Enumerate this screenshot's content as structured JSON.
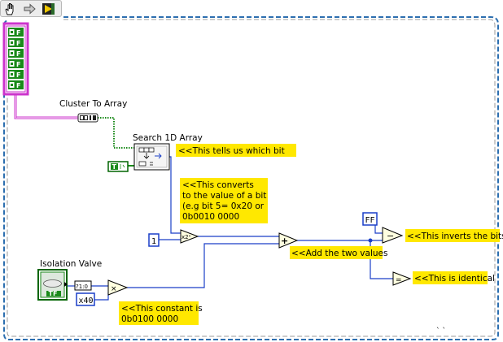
{
  "toolbar": {
    "tools": [
      {
        "icon": "hand-icon"
      },
      {
        "icon": "arrow-right-icon"
      },
      {
        "icon": "run-icon"
      }
    ]
  },
  "colors": {
    "boolean_green": "#006400",
    "cluster_pink": "#cc33cc",
    "numeric_blue": "#0000c8",
    "comment_yellow": "#ffe800",
    "frame_blue": "#2d6fb0"
  },
  "boolean_array": {
    "element_label": "F",
    "count": 6
  },
  "nodes": {
    "cluster_to_array": {
      "label": "Cluster To Array"
    },
    "search_1d_array": {
      "label": "Search 1D Array"
    },
    "true_constant": {
      "text": "T"
    },
    "power_of_two": {
      "text": "x2ⁿ"
    },
    "one_constant": {
      "text": "1"
    },
    "add_node": {
      "text": "+"
    },
    "ff_constant": {
      "text": "FF"
    },
    "subtract_node": {
      "text": "−"
    },
    "isolation_valve": {
      "label": "Isolation Valve",
      "tag": "TF"
    },
    "bool_to_num": {
      "text": "?1:0"
    },
    "multiply_node": {
      "text": "×"
    },
    "x40_constant": {
      "text": "x40"
    },
    "equal_node": {
      "text": "="
    }
  },
  "comments": {
    "which_bit": [
      "<<This tells us which bit"
    ],
    "converts": [
      "<<This converts",
      "to the value of a bit",
      "(e.g bit 5= 0x20 or",
      "0b0010 0000"
    ],
    "inverts": [
      "<<This inverts the bits"
    ],
    "add_values": [
      "<<Add the two values"
    ],
    "identical": [
      "<<This is identical"
    ],
    "constant": [
      "<<This constant is",
      "0b0100 0000"
    ]
  }
}
